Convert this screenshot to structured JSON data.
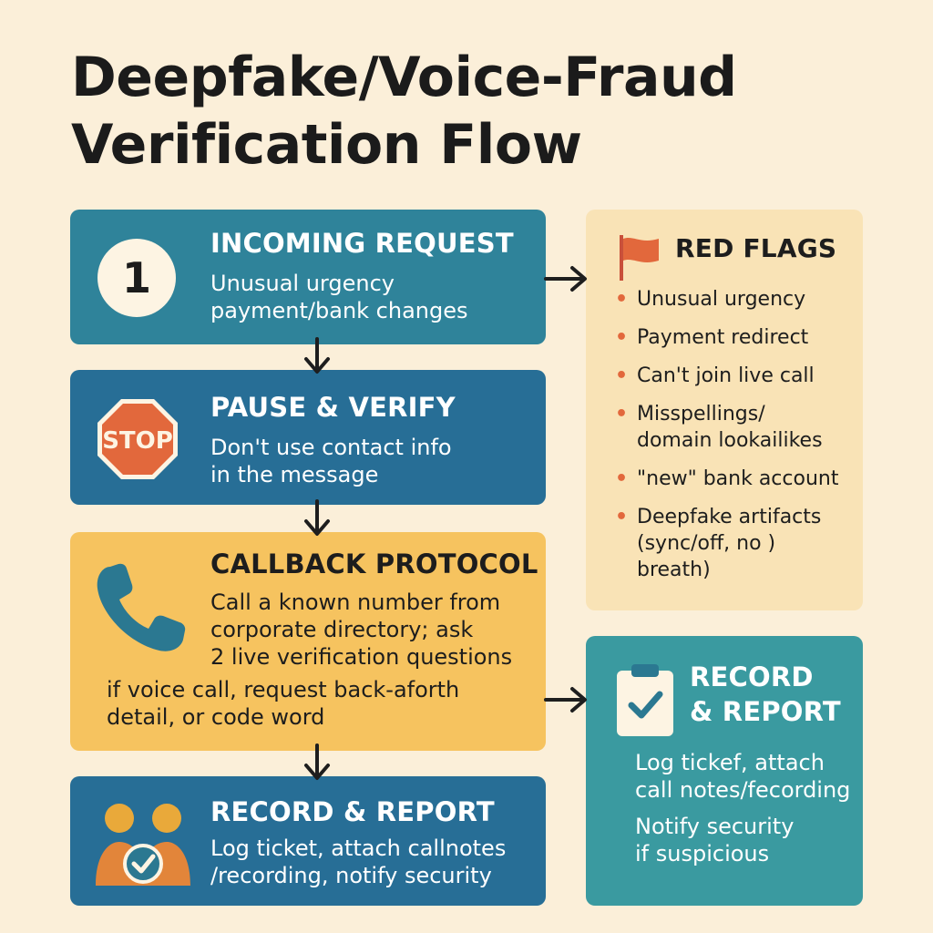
{
  "title": {
    "line1": "Deepfake/Voice-Fraud",
    "line2": "Verification Flow"
  },
  "steps": [
    {
      "number": "1",
      "heading": "INCOMING REQUEST",
      "lines": [
        "Unusual urgency",
        "payment/bank changes"
      ],
      "icon": "number-circle-icon"
    },
    {
      "heading": "PAUSE & VERIFY",
      "lines": [
        "Don't use contact info",
        "in the message"
      ],
      "icon": "stop-sign-icon",
      "icon_text": "STOP"
    },
    {
      "heading": "CALLBACK PROTOCOL",
      "lines": [
        "Call a known number from",
        "corporate directory; ask",
        "2 live verification questions"
      ],
      "extra_lines": [
        "if voice call, request back-aforth",
        "detail, or code word"
      ],
      "icon": "phone-icon"
    },
    {
      "heading": "RECORD & REPORT",
      "lines": [
        "Log ticket, attach callnotes",
        "/recording, notify security"
      ],
      "icon": "people-check-icon"
    }
  ],
  "red_flags": {
    "heading": "RED FLAGS",
    "icon": "flag-icon",
    "items": [
      "Unusual urgency",
      "Payment redirect",
      "Can't join live call",
      "Misspellings/\ndomain lookailikes",
      "\"new\" bank account",
      "Deepfake artifacts\n(sync/off, no    )\nbreath)"
    ]
  },
  "record_side": {
    "heading": "RECORD\n& REPORT",
    "icon": "clipboard-check-icon",
    "para1": "Log tickef, attach\ncall notes/fecording",
    "para2": "Notify security\nif suspicious"
  },
  "colors": {
    "background": "#fbefd9",
    "teal": "#2f839a",
    "blue": "#276e96",
    "yellow": "#f6c35f",
    "cream": "#f9e3b6",
    "accent_red": "#e2683c",
    "arrow": "#1e1e1e"
  }
}
